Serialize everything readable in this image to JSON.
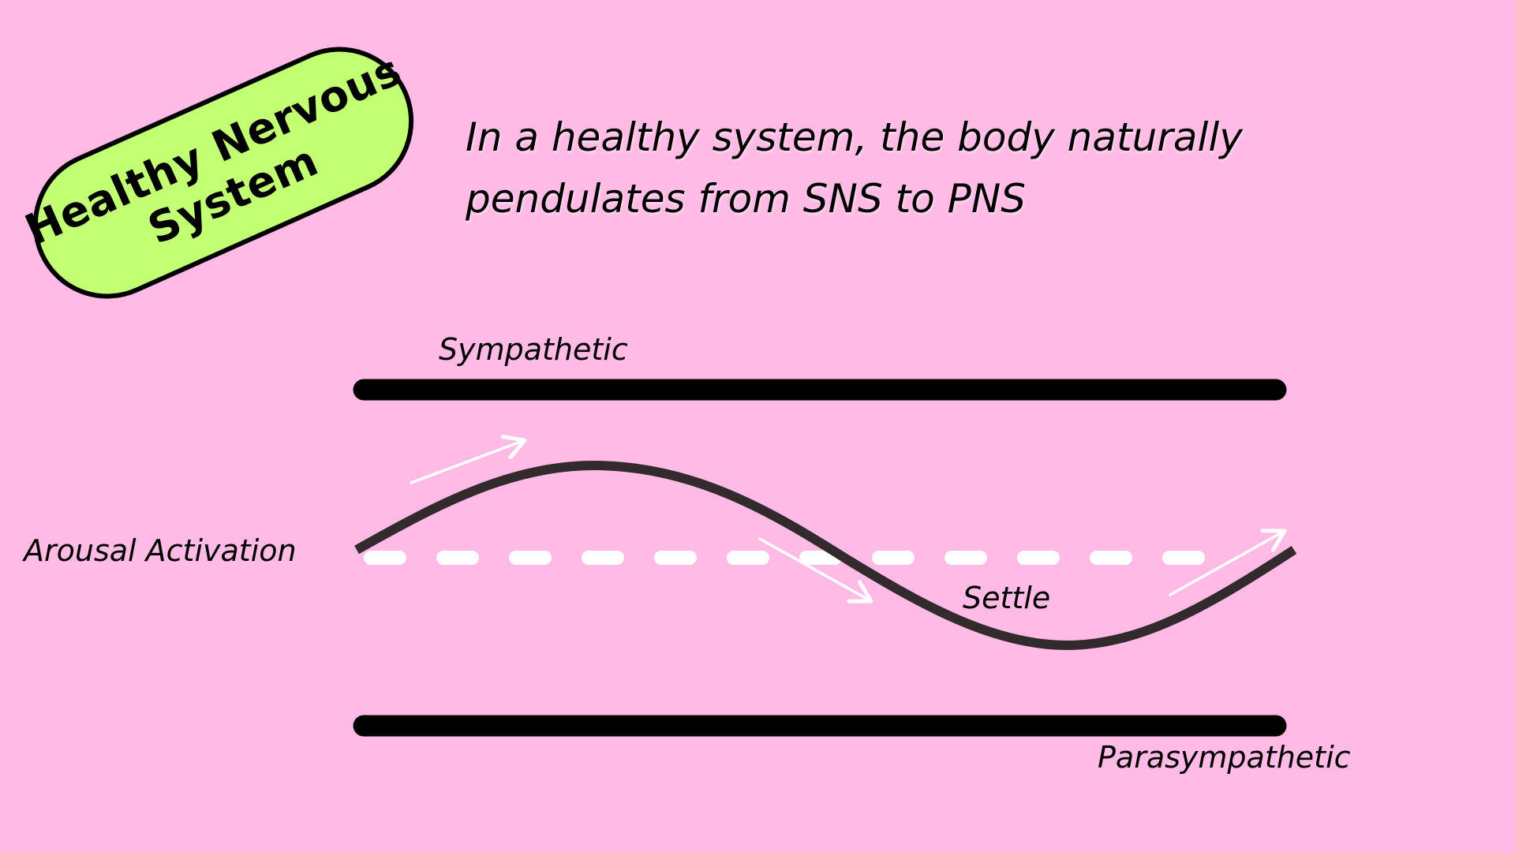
{
  "badge": {
    "line1": "Healthy Nervous",
    "line2": "System"
  },
  "headline": "In a healthy system, the body naturally pendulates from SNS to PNS",
  "labels": {
    "sympathetic": "Sympathetic",
    "arousal_activation": "Arousal Activation",
    "settle": "Settle",
    "parasympathetic": "Parasympathetic"
  },
  "colors": {
    "background": "#FFBBE5",
    "badge_fill": "#C3FF73",
    "outline": "#000000",
    "wave": "#332A2E",
    "baseline_dash": "#FFFFFF",
    "arrows": "#FFFFFF"
  }
}
